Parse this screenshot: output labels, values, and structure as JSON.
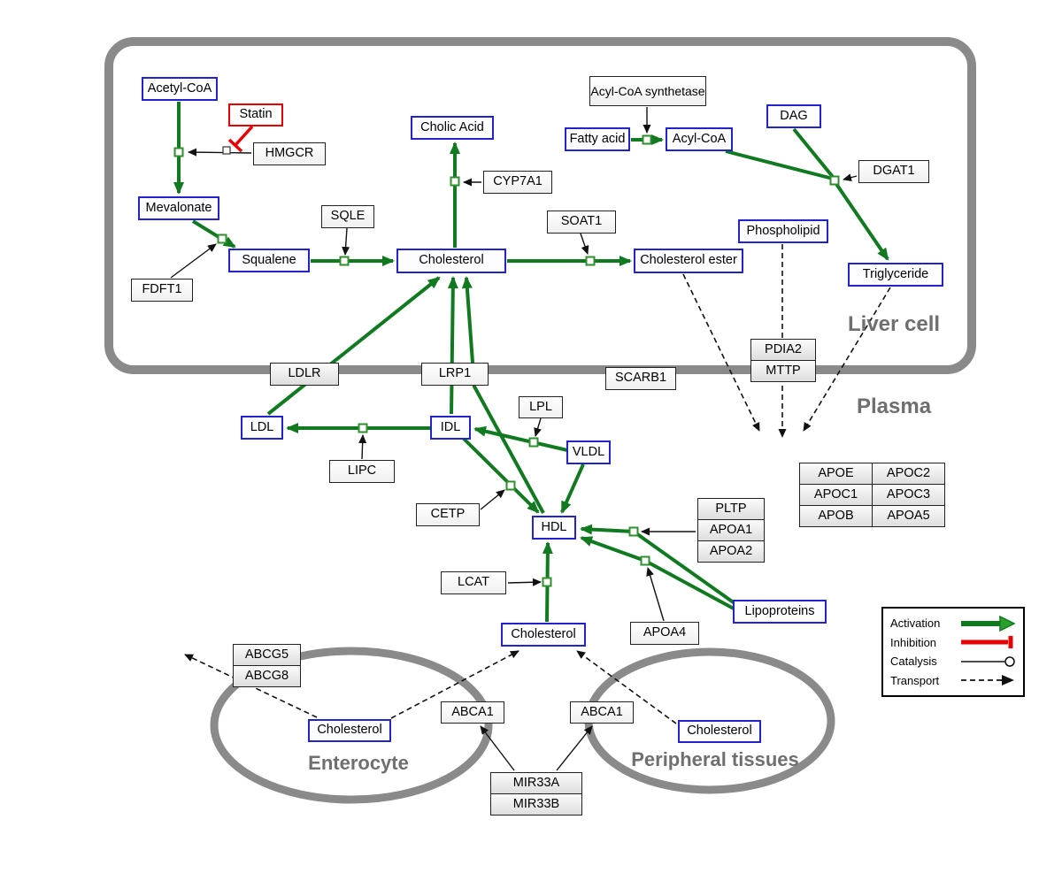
{
  "regions": {
    "liver": "Liver cell",
    "plasma": "Plasma",
    "enterocyte": "Enterocyte",
    "peripheral": "Peripheral tissues"
  },
  "nodes": {
    "acetyl_coa": {
      "label": "Acetyl-CoA"
    },
    "statin": {
      "label": "Statin"
    },
    "hmgcr": {
      "label": "HMGCR"
    },
    "mevalonate": {
      "label": "Mevalonate"
    },
    "sqle": {
      "label": "SQLE"
    },
    "squalene": {
      "label": "Squalene"
    },
    "fdft1": {
      "label": "FDFT1"
    },
    "cholic_acid": {
      "label": "Cholic Acid"
    },
    "cyp7a1": {
      "label": "CYP7A1"
    },
    "cholesterol_liver": {
      "label": "Cholesterol"
    },
    "soat1": {
      "label": "SOAT1"
    },
    "cholesterol_ester": {
      "label": "Cholesterol ester"
    },
    "acyl_coa_synthetase": {
      "label": "Acyl-CoA synthetase"
    },
    "fatty_acid": {
      "label": "Fatty acid"
    },
    "acyl_coa": {
      "label": "Acyl-CoA"
    },
    "dag": {
      "label": "DAG"
    },
    "dgat1": {
      "label": "DGAT1"
    },
    "phospholipid": {
      "label": "Phospholipid"
    },
    "triglyceride": {
      "label": "Triglyceride"
    },
    "ldlr": {
      "label": "LDLR"
    },
    "lrp1": {
      "label": "LRP1"
    },
    "scarb1": {
      "label": "SCARB1"
    },
    "pdia2": {
      "label": "PDIA2"
    },
    "mttp": {
      "label": "MTTP"
    },
    "ldl": {
      "label": "LDL"
    },
    "idl": {
      "label": "IDL"
    },
    "lipc": {
      "label": "LIPC"
    },
    "lpl": {
      "label": "LPL"
    },
    "vldl": {
      "label": "VLDL"
    },
    "cetp": {
      "label": "CETP"
    },
    "hdl": {
      "label": "HDL"
    },
    "lcat": {
      "label": "LCAT"
    },
    "apoa4": {
      "label": "APOA4"
    },
    "lipoproteins": {
      "label": "Lipoproteins"
    },
    "cholesterol_plasma": {
      "label": "Cholesterol"
    },
    "pltp": {
      "label": "PLTP"
    },
    "apoa1": {
      "label": "APOA1"
    },
    "apoa2": {
      "label": "APOA2"
    },
    "abcg5": {
      "label": "ABCG5"
    },
    "abcg8": {
      "label": "ABCG8"
    },
    "cholesterol_enterocyte": {
      "label": "Cholesterol"
    },
    "abca1_left": {
      "label": "ABCA1"
    },
    "abca1_right": {
      "label": "ABCA1"
    },
    "cholesterol_peripheral": {
      "label": "Cholesterol"
    },
    "mir33a": {
      "label": "MIR33A"
    },
    "mir33b": {
      "label": "MIR33B"
    }
  },
  "apo_table": {
    "rows": [
      [
        "APOE",
        "APOC2"
      ],
      [
        "APOC1",
        "APOC3"
      ],
      [
        "APOB",
        "APOA5"
      ]
    ]
  },
  "legend": {
    "activation": "Activation",
    "inhibition": "Inhibition",
    "catalysis": "Catalysis",
    "transport": "Transport"
  },
  "colors": {
    "activation_green": "#117a21",
    "inhibition_red": "#e60000",
    "metabolite_border": "#2323cc",
    "membrane_gray": "#8a8a8a",
    "enzyme_border": "#222222"
  },
  "edges": [
    {
      "from": "Acetyl-CoA",
      "to": "Mevalonate",
      "type": "activation"
    },
    {
      "from": "HMGCR",
      "to": "Acetyl-CoA to Mevalonate",
      "type": "catalysis"
    },
    {
      "from": "Statin",
      "to": "HMGCR reaction",
      "type": "inhibition"
    },
    {
      "from": "Mevalonate",
      "to": "Squalene",
      "type": "activation"
    },
    {
      "from": "FDFT1",
      "to": "Mevalonate to Squalene",
      "type": "catalysis"
    },
    {
      "from": "Squalene",
      "to": "Cholesterol",
      "type": "activation"
    },
    {
      "from": "SQLE",
      "to": "Squalene to Cholesterol",
      "type": "catalysis"
    },
    {
      "from": "Cholesterol",
      "to": "Cholic Acid",
      "type": "activation"
    },
    {
      "from": "CYP7A1",
      "to": "Cholesterol to Cholic Acid",
      "type": "catalysis"
    },
    {
      "from": "Cholesterol",
      "to": "Cholesterol ester",
      "type": "activation"
    },
    {
      "from": "SOAT1",
      "to": "Cholesterol to Cholesterol ester",
      "type": "catalysis"
    },
    {
      "from": "Fatty acid",
      "to": "Acyl-CoA",
      "type": "activation"
    },
    {
      "from": "Acyl-CoA synthetase",
      "to": "Fatty acid to Acyl-CoA",
      "type": "catalysis"
    },
    {
      "from": "Acyl-CoA",
      "to": "Triglyceride",
      "type": "activation"
    },
    {
      "from": "DAG",
      "to": "Triglyceride",
      "type": "activation"
    },
    {
      "from": "DGAT1",
      "to": "Acyl-CoA + DAG to Triglyceride",
      "type": "catalysis"
    },
    {
      "from": "Cholesterol ester",
      "to": "plasma",
      "type": "transport"
    },
    {
      "from": "Phospholipid",
      "to": "plasma",
      "type": "transport"
    },
    {
      "from": "Triglyceride",
      "to": "plasma",
      "type": "transport"
    },
    {
      "from": "LDL",
      "to": "Cholesterol (liver)",
      "via": "LDLR",
      "type": "activation"
    },
    {
      "from": "IDL",
      "to": "Cholesterol (liver)",
      "via": "LRP1",
      "type": "activation"
    },
    {
      "from": "HDL",
      "to": "Cholesterol (liver)",
      "type": "activation"
    },
    {
      "from": "VLDL",
      "to": "IDL",
      "type": "activation"
    },
    {
      "from": "LPL",
      "to": "VLDL to IDL",
      "type": "catalysis"
    },
    {
      "from": "IDL",
      "to": "LDL",
      "type": "activation"
    },
    {
      "from": "LIPC",
      "to": "IDL to LDL",
      "type": "catalysis"
    },
    {
      "from": "IDL",
      "to": "HDL",
      "type": "activation"
    },
    {
      "from": "CETP",
      "to": "IDL to HDL",
      "type": "catalysis"
    },
    {
      "from": "VLDL",
      "to": "HDL",
      "type": "activation"
    },
    {
      "from": "Cholesterol (plasma)",
      "to": "HDL",
      "type": "activation"
    },
    {
      "from": "LCAT",
      "to": "Cholesterol to HDL",
      "type": "catalysis"
    },
    {
      "from": "Lipoproteins",
      "to": "HDL",
      "type": "activation"
    },
    {
      "from": "PLTP/APOA1/APOA2",
      "to": "Lipoproteins to HDL",
      "type": "catalysis"
    },
    {
      "from": "APOA4",
      "to": "Lipoproteins to HDL",
      "type": "catalysis"
    },
    {
      "from": "Cholesterol (enterocyte)",
      "to": "outside",
      "via": "ABCG5/ABCG8",
      "type": "transport"
    },
    {
      "from": "Cholesterol (enterocyte)",
      "to": "Cholesterol (plasma)",
      "via": "ABCA1",
      "type": "transport"
    },
    {
      "from": "Cholesterol (peripheral tissues)",
      "to": "Cholesterol (plasma)",
      "via": "ABCA1",
      "type": "transport"
    },
    {
      "from": "MIR33A/MIR33B",
      "to": "ABCA1",
      "type": "regulation"
    }
  ]
}
